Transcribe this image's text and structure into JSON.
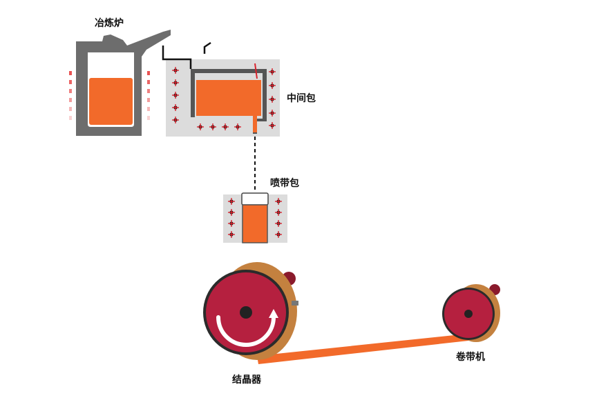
{
  "labels": {
    "furnace": "冶炼炉",
    "tundish": "中间包",
    "nozzle_ladle": "喷带包",
    "crystallizer": "结晶器",
    "coiler": "卷带机"
  },
  "colors": {
    "molten_metal": "#f26a2a",
    "wheel": "#b5203f",
    "wheel_rim": "#c4813f",
    "vessel_grey": "#6d6d6d",
    "heater_panel": "#dcdcdc",
    "heater_mark": "#d9232d",
    "strip": "#f26a2a"
  },
  "icons": {
    "heater": "heating-element-icon",
    "rotation": "rotation-arrow-icon"
  }
}
